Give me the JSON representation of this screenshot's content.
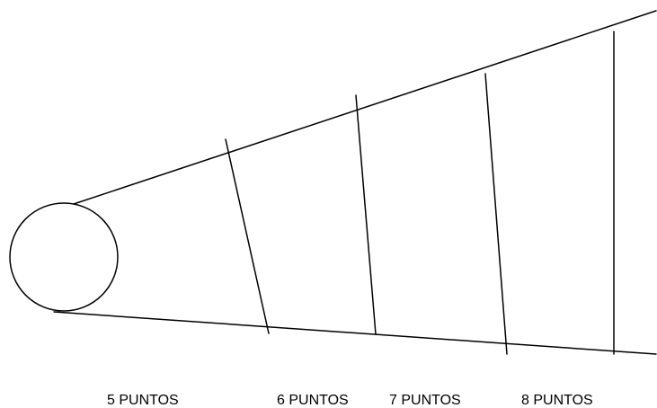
{
  "diagram": {
    "labels": [
      "5 PUNTOS",
      "6 PUNTOS",
      "7 PUNTOS",
      "8 PUNTOS"
    ]
  }
}
